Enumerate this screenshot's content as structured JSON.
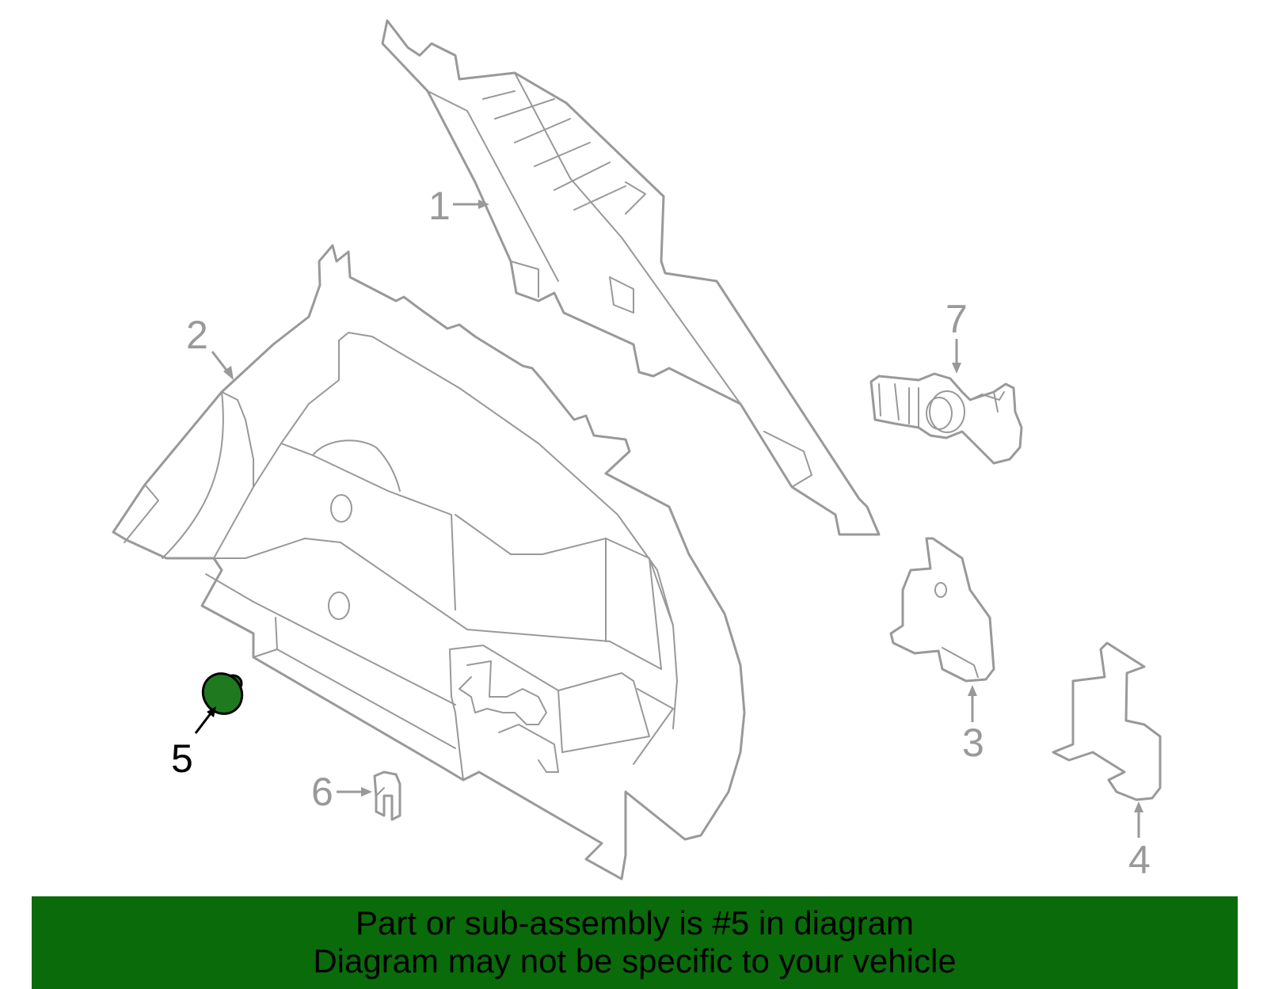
{
  "callouts": [
    {
      "label": "1",
      "highlighted": false
    },
    {
      "label": "2",
      "highlighted": false
    },
    {
      "label": "3",
      "highlighted": false
    },
    {
      "label": "4",
      "highlighted": false
    },
    {
      "label": "5",
      "highlighted": true
    },
    {
      "label": "6",
      "highlighted": false
    },
    {
      "label": "7",
      "highlighted": false
    }
  ],
  "banner": {
    "line1": "Part or sub-assembly is #5 in diagram",
    "line2": "Diagram may not be specific to your vehicle"
  },
  "colors": {
    "line_art": "#999999",
    "highlight_part": "#1f7a1f",
    "banner_background": "#0a6b0a",
    "banner_text": "#000000"
  },
  "icons": {
    "part5": "push-pin-clip-icon"
  }
}
